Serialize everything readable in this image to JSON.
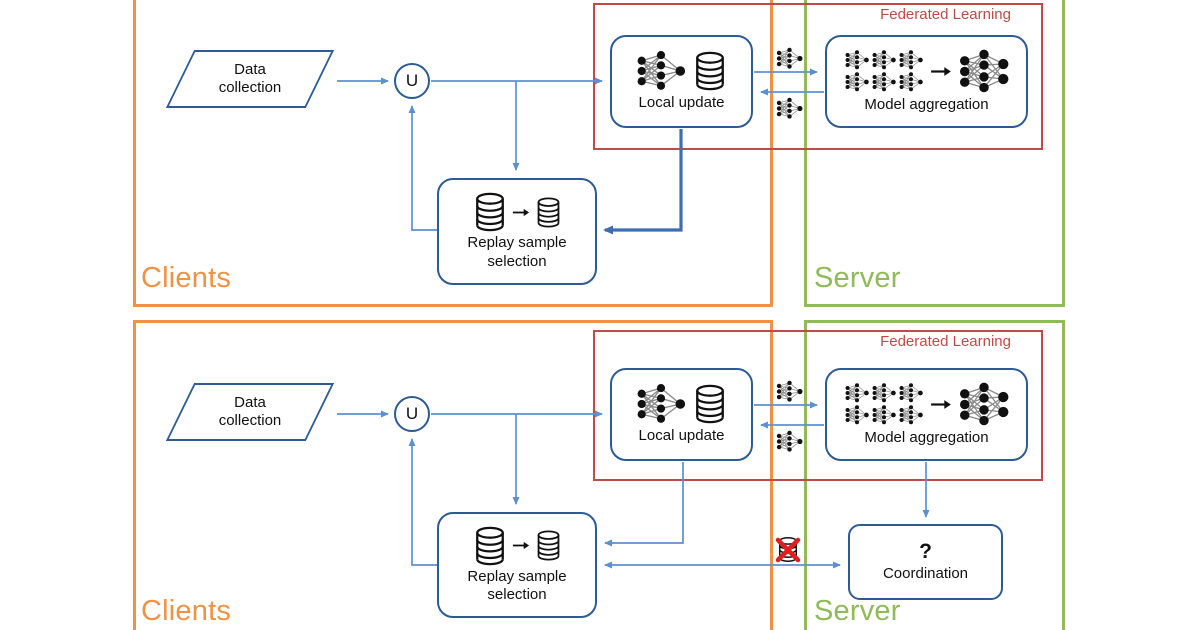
{
  "colors": {
    "clients-orange": "#EF9245",
    "server-green": "#8FBB58",
    "federated-red": "#BE4B48",
    "node-navy": "#2D5B94",
    "arrow-blue": "#5D8FD3",
    "arrow-blue-thick": "#3D6EB4",
    "icon-black": "#111111",
    "cross-red": "#E01E1E"
  },
  "panels": [
    {
      "clients_label": "Clients",
      "server_label": "Server",
      "federated_learning_label": "Federated Learning",
      "data_collection_label": "Data collection",
      "union_symbol": "U",
      "local_update_label": "Local update",
      "model_aggregation_label": "Model aggregation",
      "replay_selection_label": "Replay sample selection"
    },
    {
      "clients_label": "Clients",
      "server_label": "Server",
      "federated_learning_label": "Federated Learning",
      "data_collection_label": "Data collection",
      "union_symbol": "U",
      "local_update_label": "Local update",
      "model_aggregation_label": "Model aggregation",
      "replay_selection_label": "Replay sample selection",
      "coordination_symbol": "?",
      "coordination_label": "Coordination"
    }
  ]
}
